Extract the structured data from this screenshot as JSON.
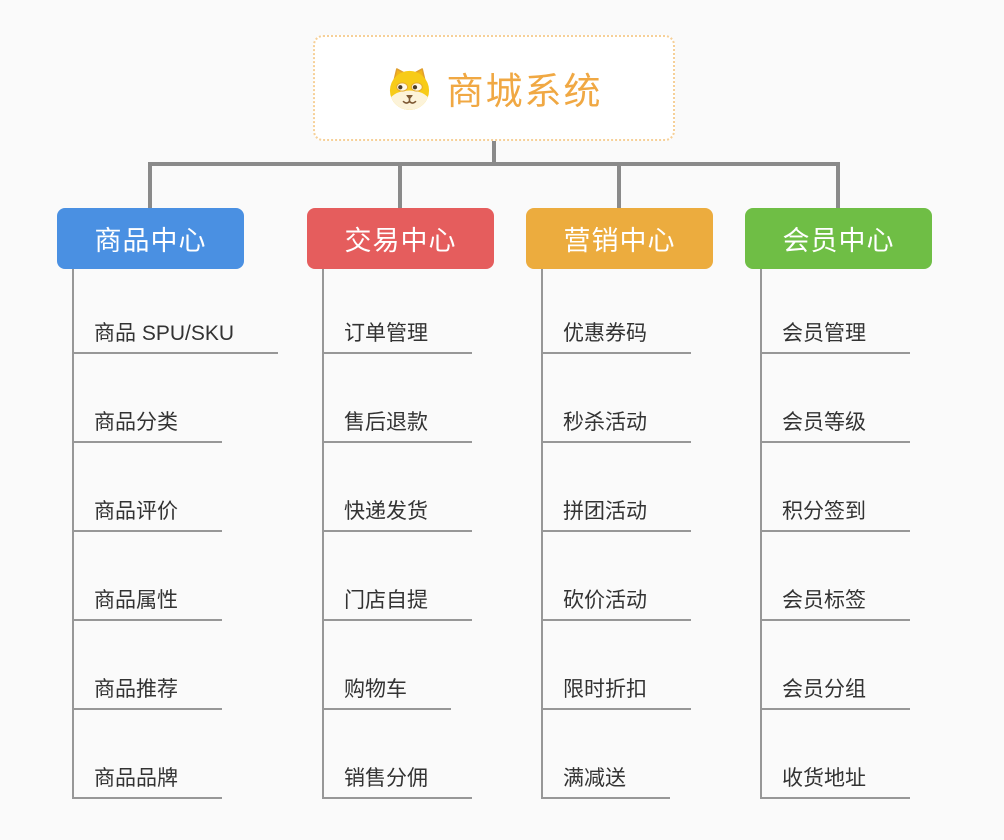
{
  "root": {
    "title": "商城系统",
    "icon": "dog-face-icon"
  },
  "branches": [
    {
      "label": "商品中心",
      "color": "#4A90E2",
      "children": [
        "商品 SPU/SKU",
        "商品分类",
        "商品评价",
        "商品属性",
        "商品推荐",
        "商品品牌"
      ]
    },
    {
      "label": "交易中心",
      "color": "#E55D5D",
      "children": [
        "订单管理",
        "售后退款",
        "快递发货",
        "门店自提",
        "购物车",
        "销售分佣"
      ]
    },
    {
      "label": "营销中心",
      "color": "#ECAC3E",
      "children": [
        "优惠券码",
        "秒杀活动",
        "拼团活动",
        "砍价活动",
        "限时折扣",
        "满减送"
      ]
    },
    {
      "label": "会员中心",
      "color": "#6FBE45",
      "children": [
        "会员管理",
        "会员等级",
        "积分签到",
        "会员标签",
        "会员分组",
        "收货地址"
      ]
    }
  ],
  "colors": {
    "root_accent": "#F0A843",
    "root_border": "#F6D098",
    "connector": "#8A8A8A",
    "underline": "#979797",
    "leaf_text": "#333333",
    "background": "#FAFAFA"
  }
}
